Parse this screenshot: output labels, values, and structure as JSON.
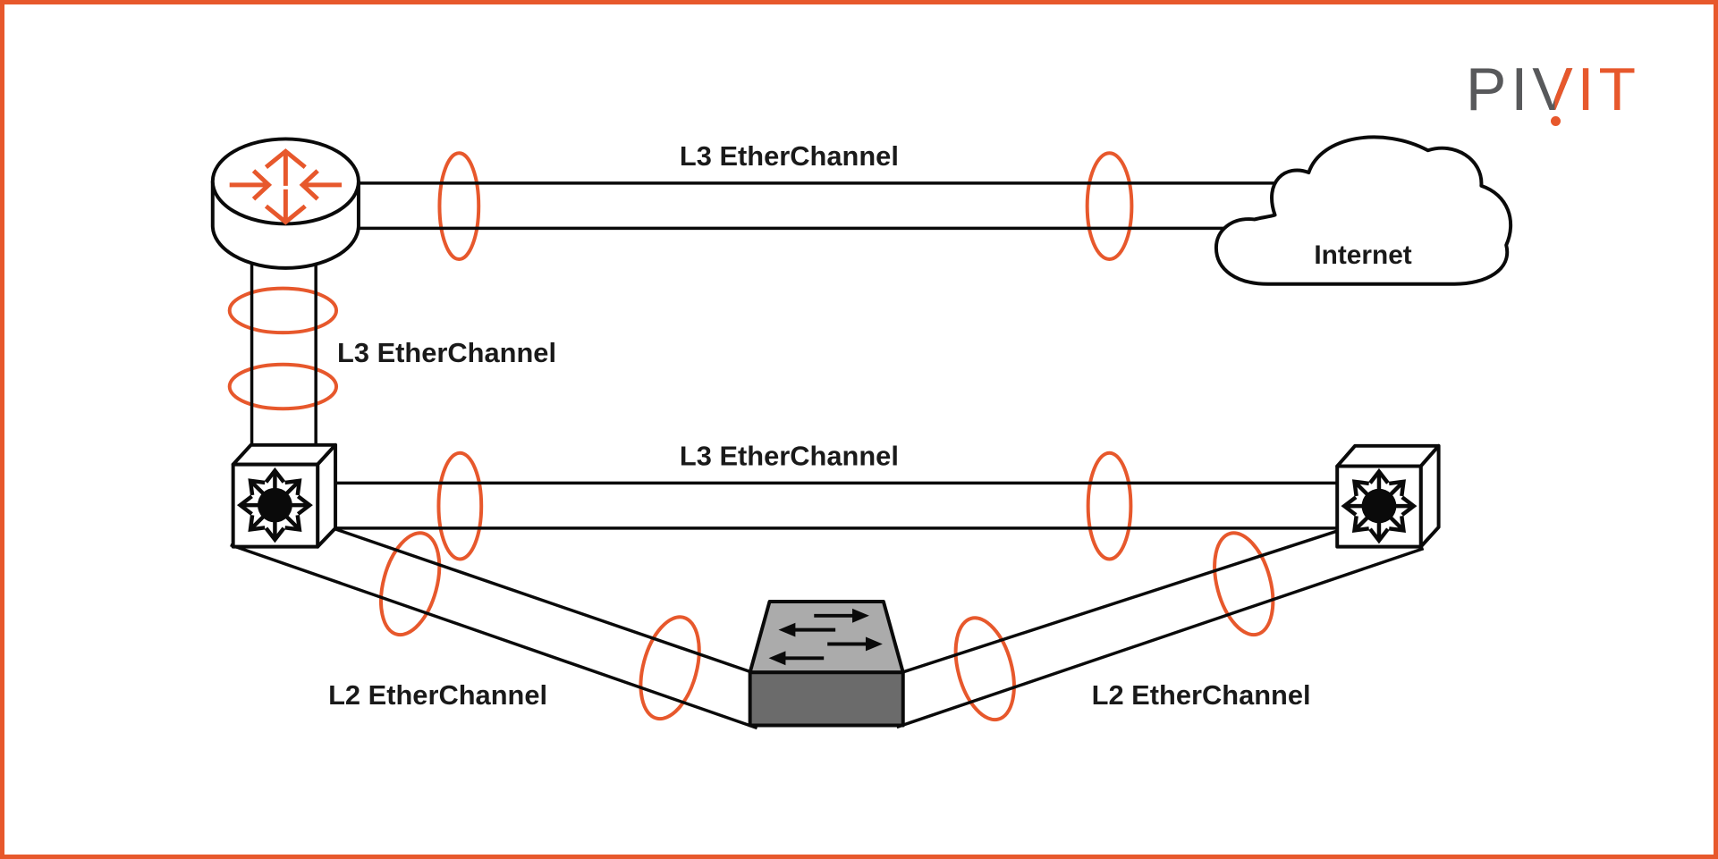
{
  "theme": {
    "accent": "#e7582c",
    "line": "#0a0a0a",
    "text": "#1a1a1a",
    "switch_top": "#ababab",
    "switch_front": "#6b6b6b",
    "logo_gray": "#58595b",
    "bg": "#ffffff"
  },
  "logo": {
    "pi": "PI",
    "v": "V",
    "it": "IT"
  },
  "labels": {
    "top_link": "L3 EtherChannel",
    "uplink": "L3 EtherChannel",
    "core_link": "L3 EtherChannel",
    "left_access_link": "L2 EtherChannel",
    "right_access_link": "L2 EtherChannel",
    "cloud": "Internet"
  }
}
